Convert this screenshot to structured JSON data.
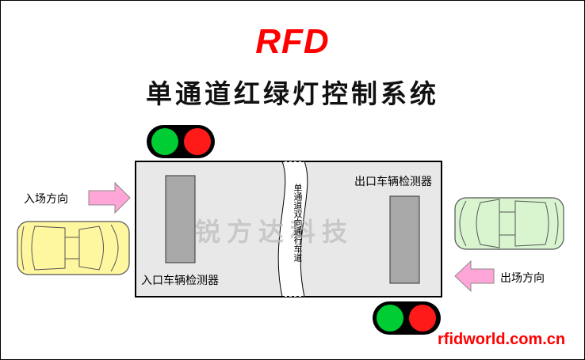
{
  "logo_text": "RFD",
  "title": "单通道红绿灯控制系统",
  "labels": {
    "entry_direction": "入场方向",
    "exit_direction": "出场方向",
    "entry_detector": "入口车辆检测器",
    "exit_detector": "出口车辆检测器",
    "lane": "单通道双向通行车道"
  },
  "watermark": "锐方达科技",
  "website": "rfidworld.com.cn",
  "colors": {
    "accent_red": "#ff0000",
    "light_green": "#00cc33",
    "light_red": "#ff1a1a",
    "lane_fill": "#e8e8e8",
    "detector_fill": "#a8a8a8",
    "arrow_fill": "#ffa6d8",
    "car_entry": "#fff7a0",
    "car_exit": "#d8f5d0"
  },
  "icons": {
    "traffic_light": "traffic-light-icon",
    "arrow": "arrow-icon",
    "car": "car-icon"
  }
}
